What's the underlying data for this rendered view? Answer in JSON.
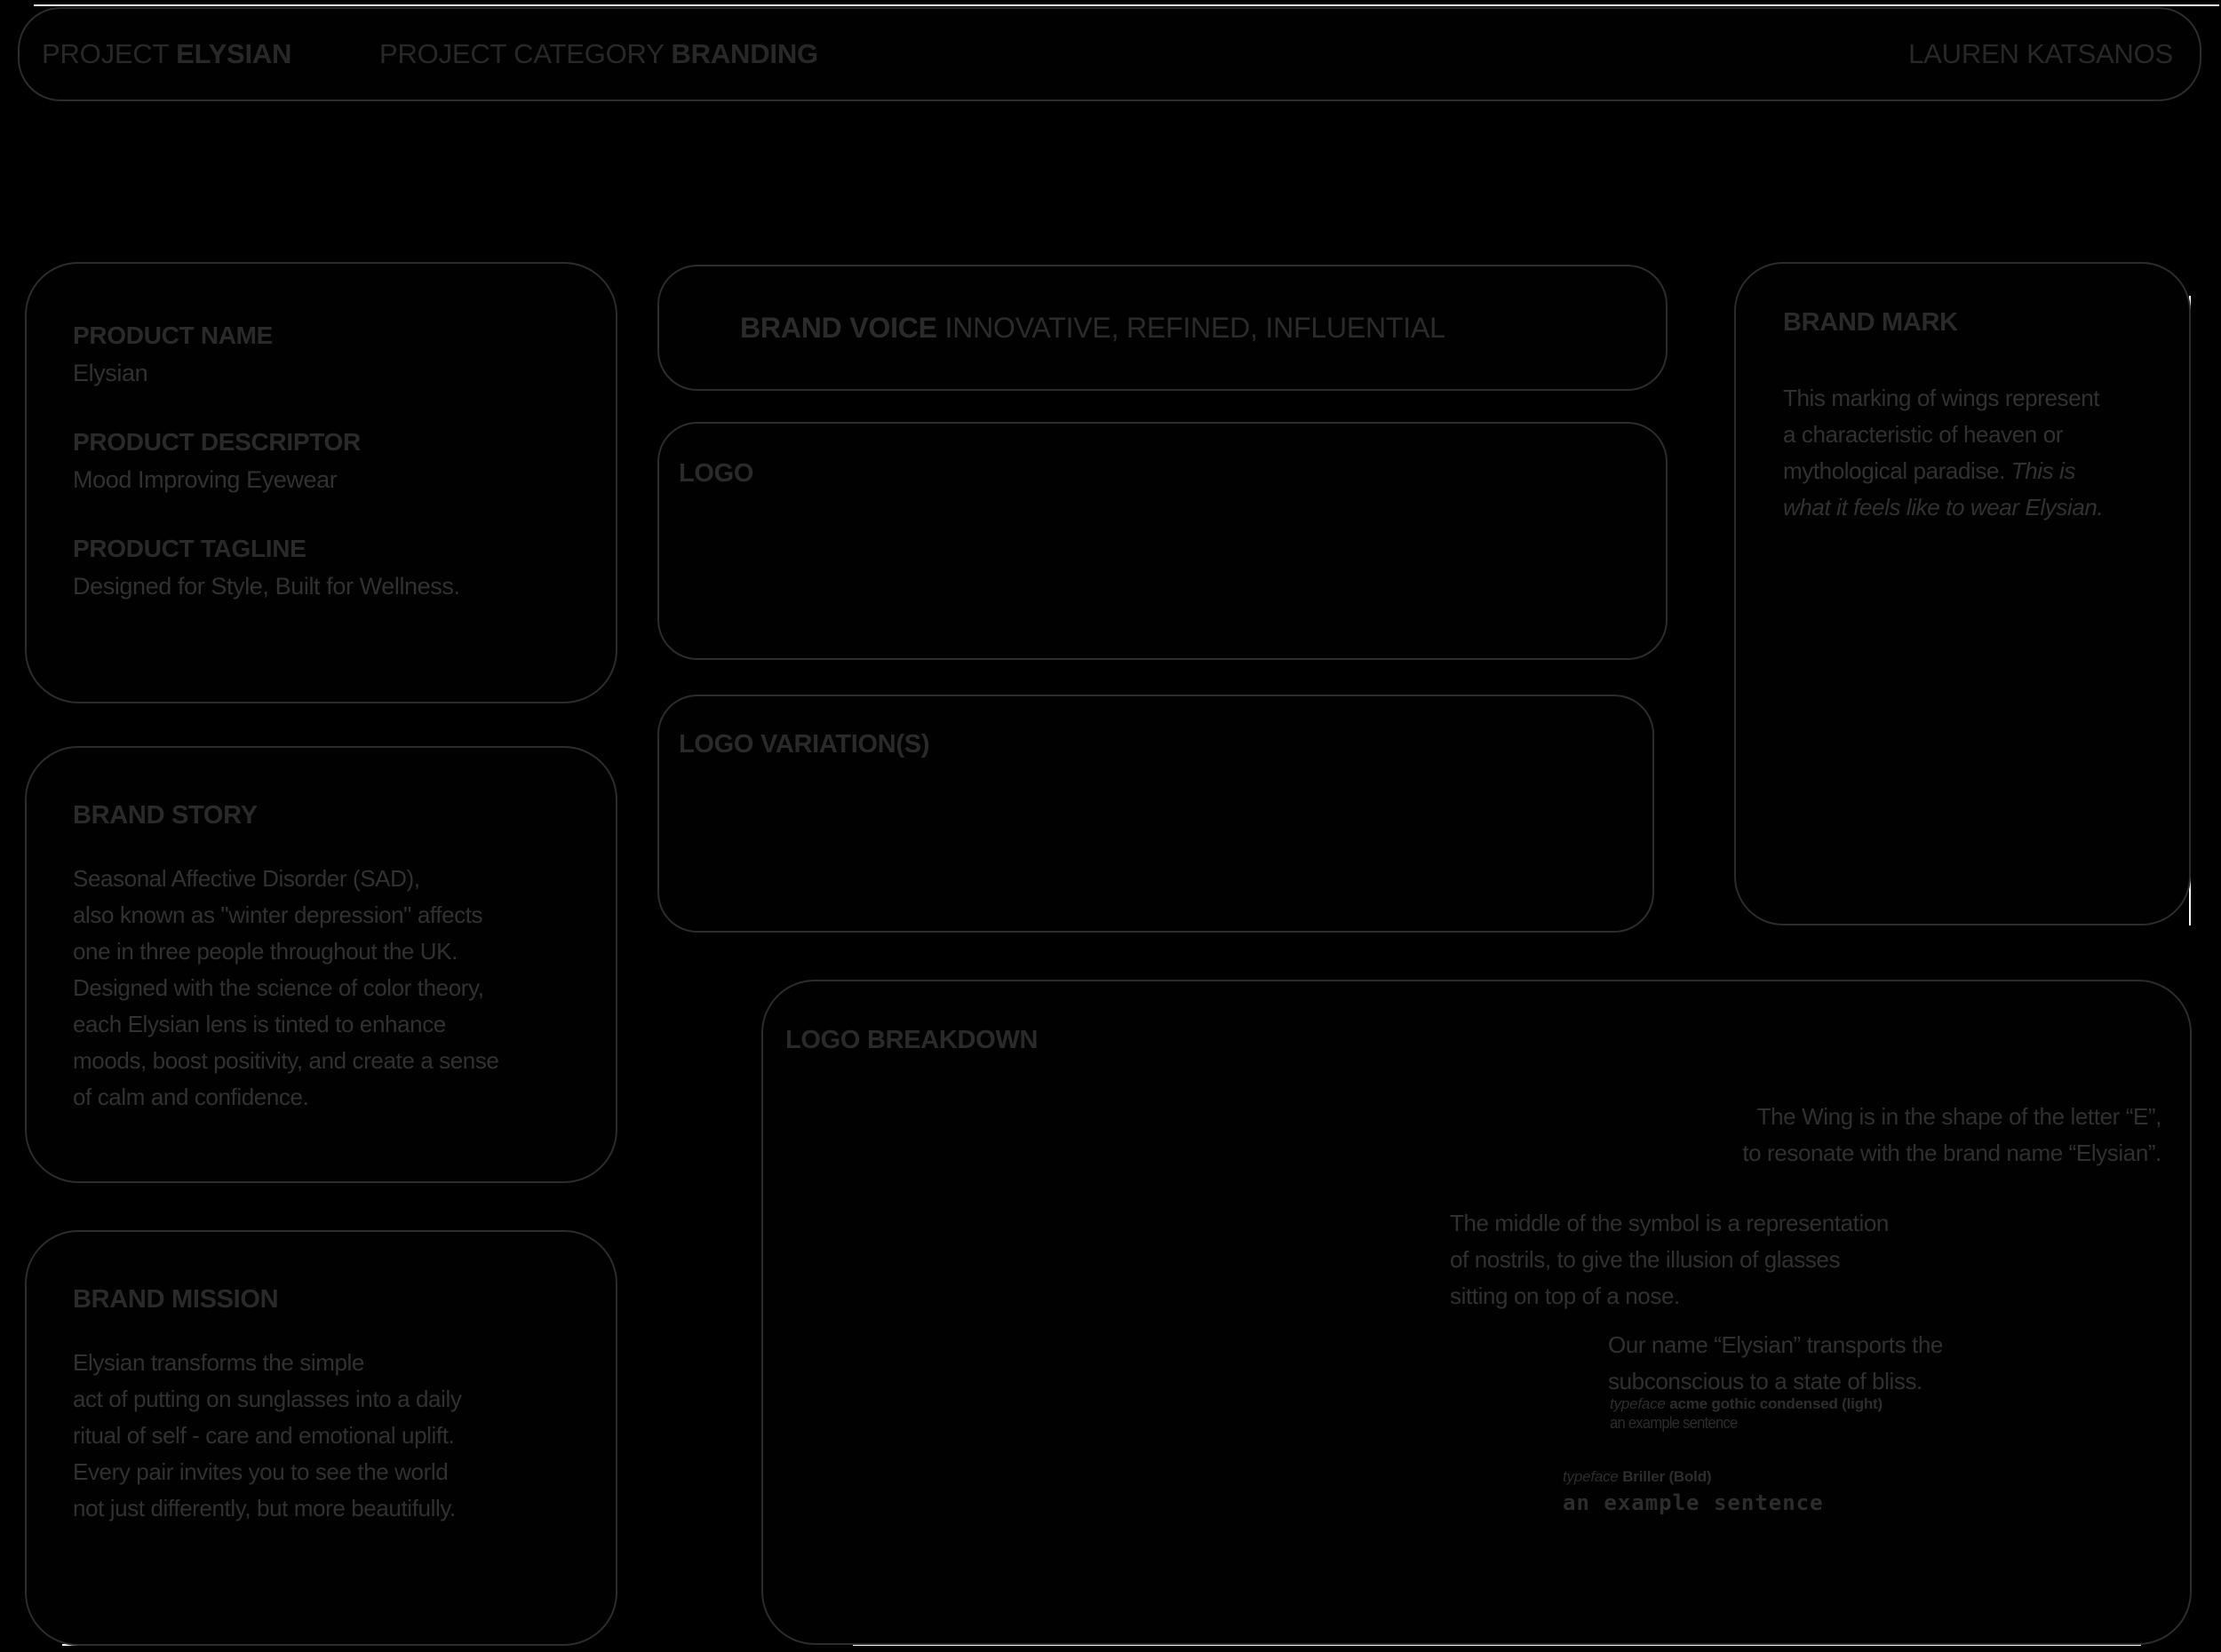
{
  "header": {
    "project_label": "PROJECT ",
    "project_value": "ELYSIAN",
    "category_label": "PROJECT CATEGORY ",
    "category_value": "BRANDING",
    "author": "LAUREN KATSANOS"
  },
  "product": {
    "name_label": "PRODUCT NAME",
    "name_value": "Elysian",
    "descriptor_label": "PRODUCT DESCRIPTOR",
    "descriptor_value": "Mood Improving Eyewear",
    "tagline_label": "PRODUCT TAGLINE",
    "tagline_value": "Designed for Style, Built for Wellness."
  },
  "brand_story": {
    "title": "BRAND STORY",
    "lines": [
      "Seasonal Affective Disorder (SAD),",
      "also known as \"winter depression\" affects",
      "one in three people throughout the UK.",
      "Designed with the science of color theory,",
      "each Elysian lens is tinted to enhance",
      "moods, boost positivity, and create a sense",
      "of calm and confidence."
    ]
  },
  "brand_mission": {
    "title": "BRAND MISSION",
    "lines": [
      "Elysian transforms the simple",
      "act of putting on sunglasses into a daily",
      "ritual of self - care and emotional uplift.",
      "Every pair invites you to see the world",
      "not just differently, but more beautifully."
    ]
  },
  "brand_voice": {
    "label": "BRAND VOICE ",
    "value": "INNOVATIVE, REFINED, INFLUENTIAL"
  },
  "logo_card": {
    "title": "LOGO"
  },
  "logo_variations_card": {
    "title": "LOGO VARIATION(S)"
  },
  "brand_mark": {
    "title": "BRAND MARK",
    "line1": "This marking of wings represent",
    "line2": "a characteristic of heaven or",
    "line3_plain": "mythological paradise. ",
    "line3_italic": "This is",
    "line4_italic": "what it feels like to wear Elysian."
  },
  "logo_breakdown": {
    "title": "LOGO BREAKDOWN",
    "wing_note_line1": "The Wing is in the shape of the letter “E”,",
    "wing_note_line2": "to resonate with the brand name “Elysian”.",
    "middle_note_line1": "The middle of the symbol is a representation",
    "middle_note_line2": "of nostrils, to give the illusion of glasses",
    "middle_note_line3": "sitting on top of a nose.",
    "name_note_line1": "Our name “Elysian” transports the",
    "name_note_line2": "subconscious to a state of bliss.",
    "typeface1_label": "typeface ",
    "typeface1_name": "acme gothic condensed (light)",
    "typeface1_sample": "an example sentence",
    "typeface2_label": "typeface ",
    "typeface2_name": "Briller (Bold)",
    "typeface2_sample": "an example sentence"
  },
  "colors": {
    "background": "#000000",
    "card_border": "#2c2c2c",
    "heading_text": "#2a2a2a",
    "body_text": "#313131",
    "edge_highlight": "#f7f7f7"
  }
}
